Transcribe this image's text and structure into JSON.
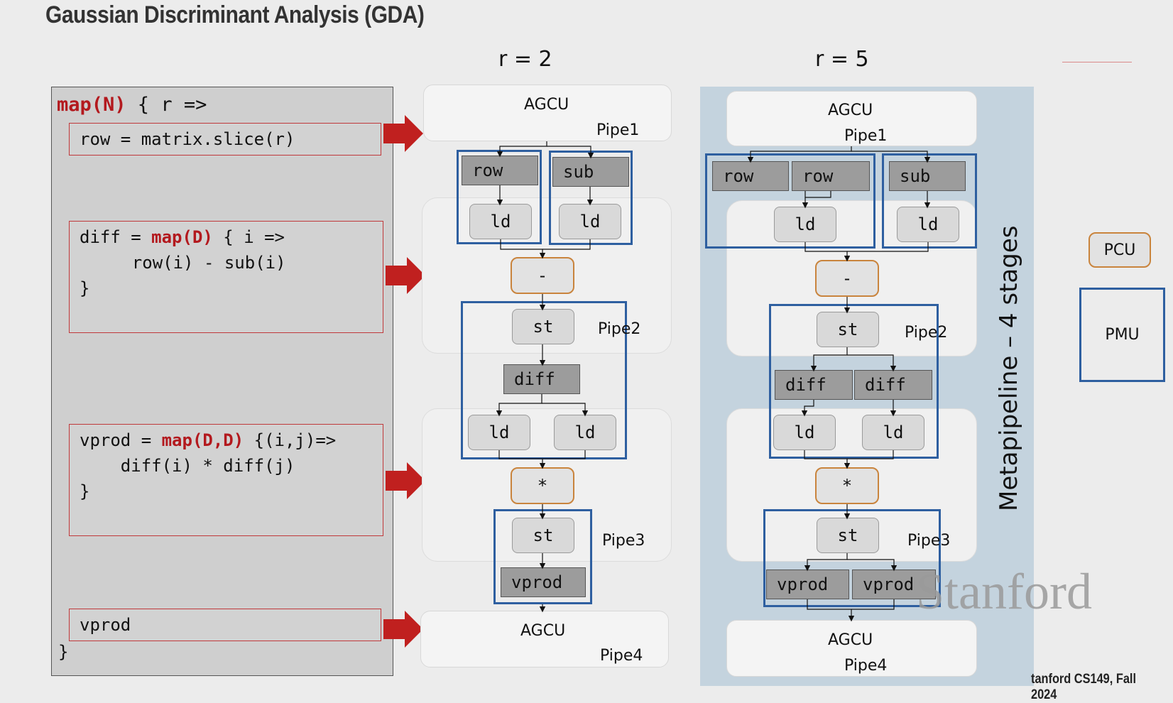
{
  "slide": {
    "title": "Gaussian Discriminant Analysis (GDA)",
    "footer": "tanford CS149, Fall 2024",
    "watermark": "Stanford"
  },
  "code": {
    "map_kw": "map(N)",
    "map_rest": " { r =>",
    "row_stmt": "row = matrix.slice(r)",
    "diff_lhs": "diff = ",
    "diff_kw": "map(D)",
    "diff_rest": " { i =>",
    "diff_body": "    row(i) - sub(i)",
    "diff_close": "}",
    "vprod_lhs": "vprod = ",
    "vprod_kw": "map(D,D)",
    "vprod_rest": " {(i,j)=>",
    "vprod_body": "    diff(i) * diff(j)",
    "vprod_close": "}",
    "vprod_ret": "vprod",
    "outer_close": "}"
  },
  "r2": {
    "label": "r =  2",
    "agcu_top": "AGCU",
    "pipe1": "Pipe1",
    "row": "row",
    "sub": "sub",
    "ld1": "ld",
    "ld2": "ld",
    "minus": "-",
    "st1": "st",
    "pipe2": "Pipe2",
    "diff": "diff",
    "ld3": "ld",
    "ld4": "ld",
    "times": "*",
    "st2": "st",
    "pipe3": "Pipe3",
    "vprod": "vprod",
    "agcu_bottom": "AGCU",
    "pipe4": "Pipe4"
  },
  "r5": {
    "label": "r =  5",
    "agcu_top": "AGCU",
    "pipe1": "Pipe1",
    "row1": "row",
    "row2": "row",
    "sub": "sub",
    "ld1": "ld",
    "ld2": "ld",
    "minus": "-",
    "st1": "st",
    "pipe2": "Pipe2",
    "diff1": "diff",
    "diff2": "diff",
    "ld3": "ld",
    "ld4": "ld",
    "times": "*",
    "st2": "st",
    "pipe3": "Pipe3",
    "vprod1": "vprod",
    "vprod2": "vprod",
    "agcu_bottom": "AGCU",
    "pipe4": "Pipe4",
    "metapipeline": "Metapipeline – 4 stages"
  },
  "legend": {
    "pcu": "PCU",
    "pmu": "PMU"
  },
  "colors": {
    "keyword": "#b3191e",
    "arrow": "#c0201f",
    "pcu_border": "#c9843d",
    "pmu_border": "#2e5fa0",
    "meta_panel": "#c4d3de"
  }
}
